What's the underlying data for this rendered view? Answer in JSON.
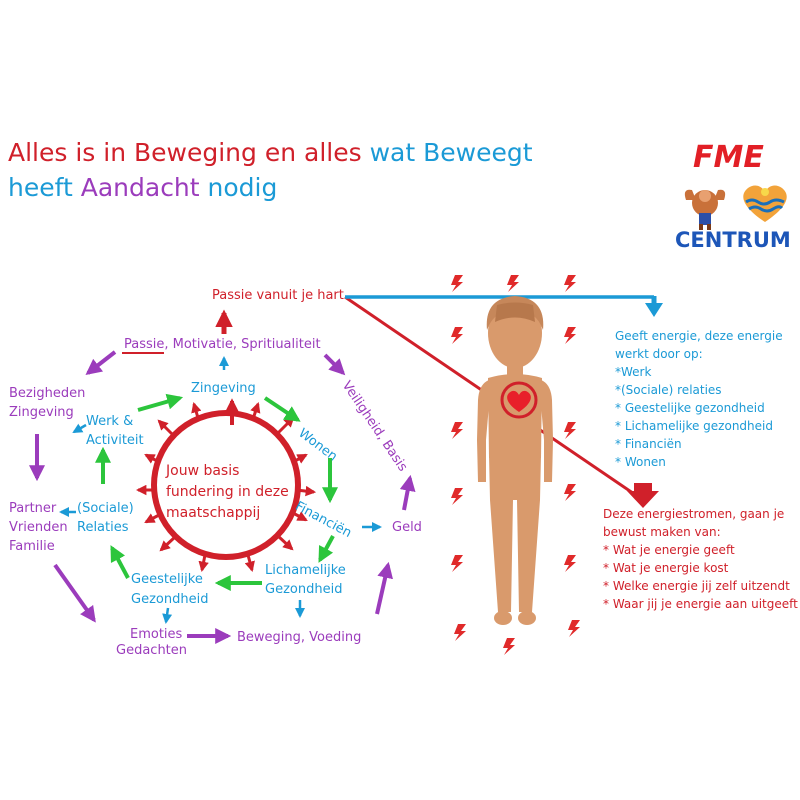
{
  "title": {
    "line1_red": "Alles is in Beweging en alles",
    "line1_blue": "wat Beweegt",
    "line2_blue1": "heeft",
    "line2_purple": "Aandacht",
    "line2_blue2": "nodig"
  },
  "logo": {
    "top": "FME",
    "bottom": "CENTRUM"
  },
  "diagram": {
    "passie_hart": "Passie vanuit je hart",
    "passie_motivatie": "Passie, Motivatie, Spritiualiteit",
    "zingeving": "Zingeving",
    "wonen": "Wonen",
    "veiligheid": "Veiligheid, Basis",
    "werk": "Werk &",
    "activiteit": "Activiteit",
    "bezigheden": "Bezigheden",
    "bezig_zingeving": "Zingeving",
    "center_lines": [
      "Jouw basis",
      "fundering in deze",
      "maatschappij"
    ],
    "sociale": "(Sociale)",
    "relaties": "Relaties",
    "partner": "Partner",
    "vrienden": "Vrienden",
    "familie": "Familie",
    "financien": "Financiën",
    "geld": "Geld",
    "lich1": "Lichamelijke",
    "lich2": "Gezondheid",
    "geest1": "Geestelijke",
    "geest2": "Gezondheid",
    "emoties": "Emoties",
    "gedachten": "Gedachten",
    "beweging": "Beweging, Voeding"
  },
  "energy_info": {
    "lines": [
      "Geeft energie, deze energie",
      "werkt door op:",
      "*Werk",
      "*(Sociale) relaties",
      "* Geestelijke gezondheid",
      "* Lichamelijke gezondheid",
      "* Financiën",
      "* Wonen"
    ]
  },
  "energy_streams": {
    "lines": [
      "Deze energiestromen, gaan je",
      "bewust maken van:",
      "* Wat je energie geeft",
      "* Wat je energie kost",
      "* Welke energie jij zelf uitzendt",
      "* Waar jij je energie aan uitgeeft"
    ]
  },
  "colors": {
    "red": "#d0202a",
    "blue": "#1b9ad6",
    "purple": "#9b3cbc",
    "green": "#2cc53c",
    "skin": "#d99a6c"
  },
  "icons": [
    "lightning-bolt-icon",
    "heart-icon",
    "strongman-icon",
    "heart-waves-icon"
  ]
}
